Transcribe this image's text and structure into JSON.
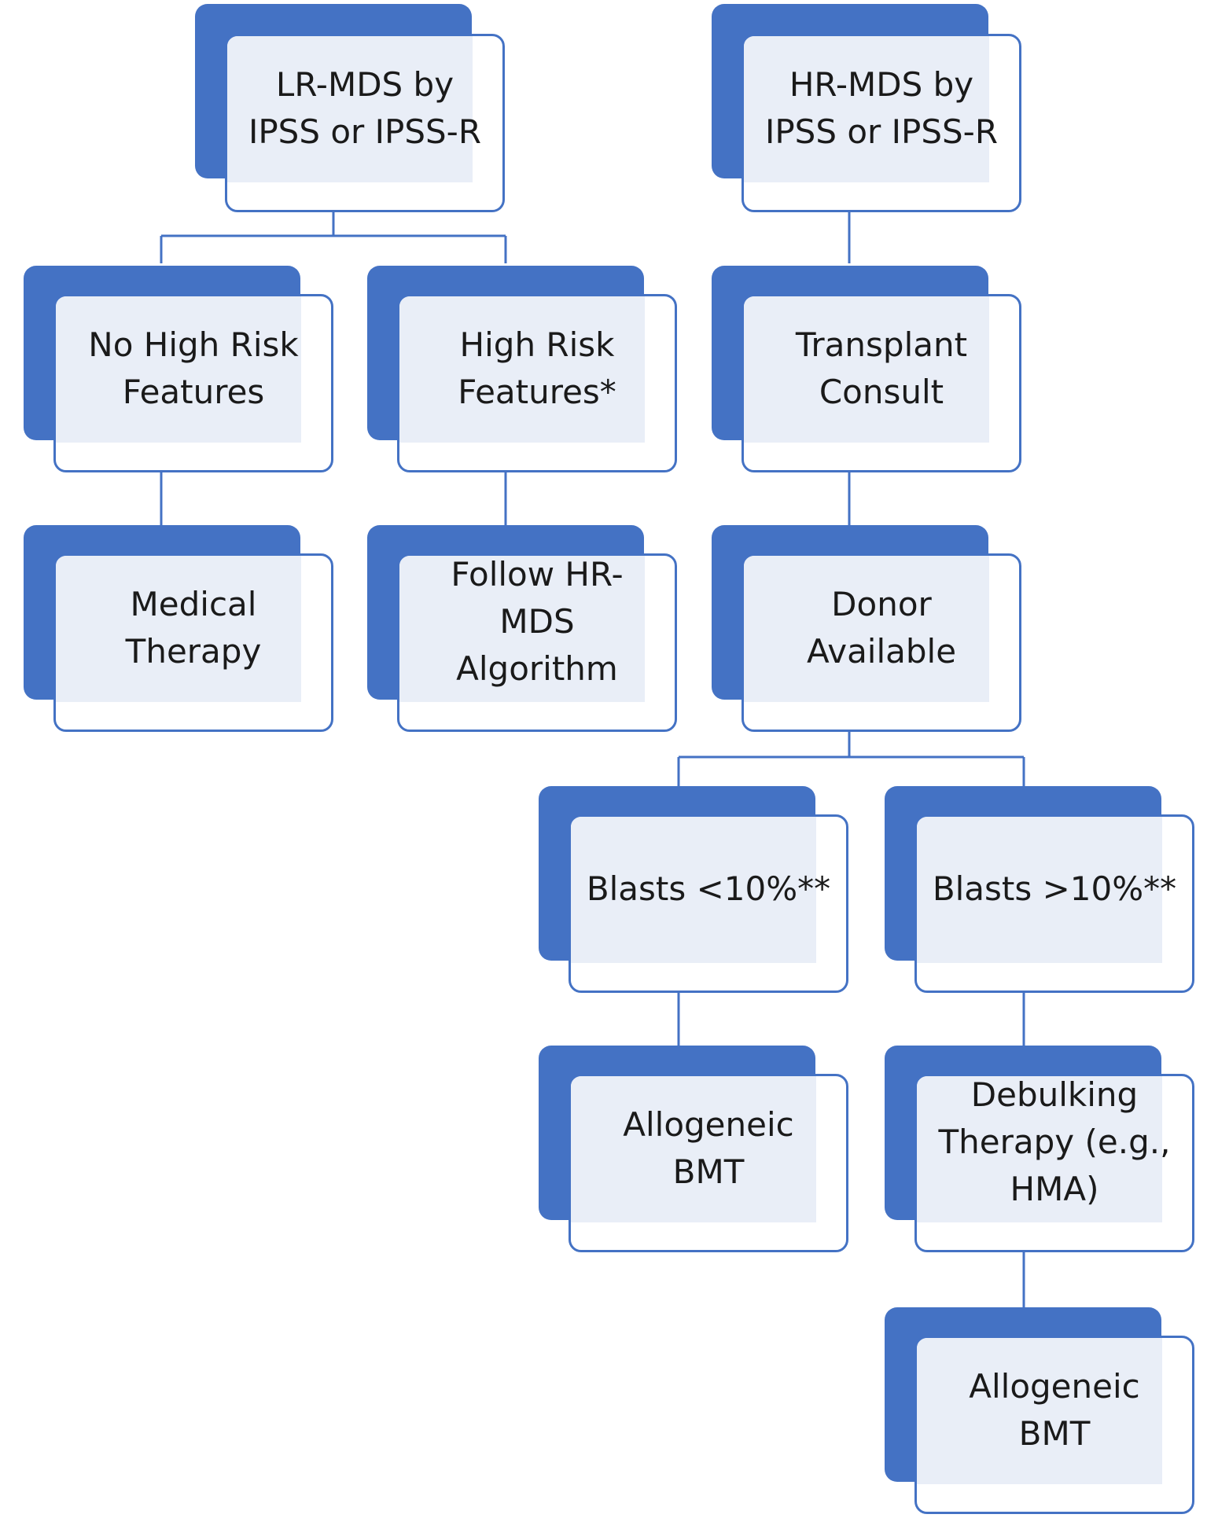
{
  "colors": {
    "accent": "#4472c4",
    "card_fill": "#e9eef7",
    "connector": "#4472c4",
    "text": "#1a1a1a"
  },
  "nodes": {
    "lr_mds": "LR-MDS by\nIPSS or IPSS-R",
    "hr_mds": "HR-MDS by\nIPSS or IPSS-R",
    "no_high_risk": "No High Risk\nFeatures",
    "high_risk": "High Risk\nFeatures*",
    "transplant_consult": "Transplant\nConsult",
    "medical_therapy": "Medical\nTherapy",
    "follow_hr_mds": "Follow HR-\nMDS\nAlgorithm",
    "donor_available": "Donor\nAvailable",
    "blasts_lt_10": "Blasts <10%**",
    "blasts_gt_10": "Blasts >10%**",
    "allogeneic_bmt_1": "Allogeneic\nBMT",
    "debulking_therapy": "Debulking\nTherapy (e.g.,\nHMA)",
    "allogeneic_bmt_2": "Allogeneic\nBMT"
  }
}
